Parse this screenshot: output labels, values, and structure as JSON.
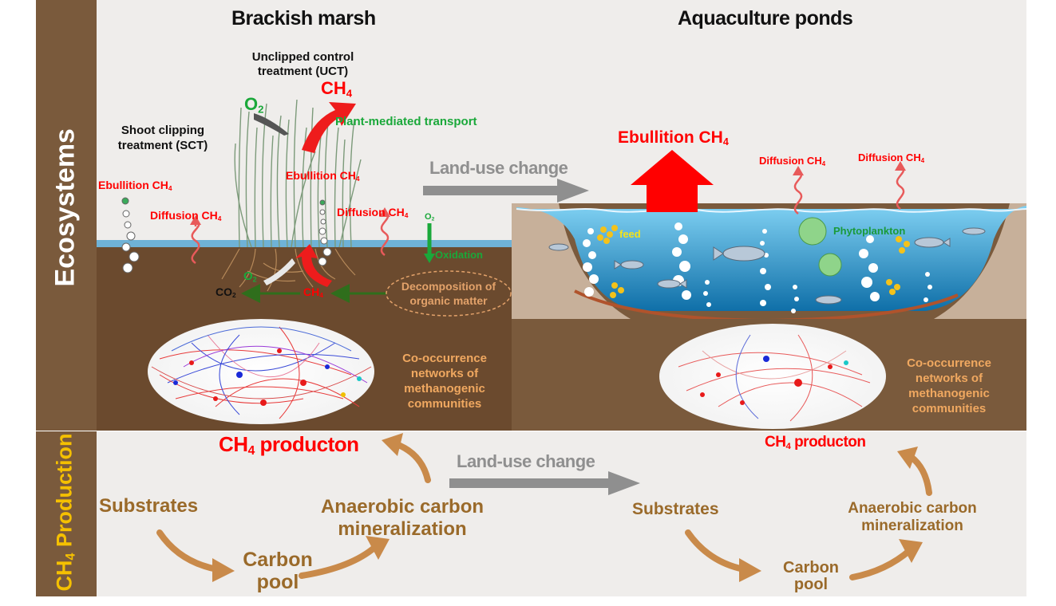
{
  "panels": {
    "ecosystems": "Ecosystems",
    "ch4_production_prefix": "CH",
    "ch4_production_sub": "4",
    "ch4_production_suffix": " Production"
  },
  "marsh": {
    "title": "Brackish marsh",
    "uct_label": "Unclipped control treatment (UCT)",
    "sct_label": "Shoot clipping treatment (SCT)",
    "ch4_main": "CH",
    "ch4_sub": "4",
    "o2_main": "O",
    "o2_sub": "2",
    "plant_transport": "Plant-mediated transport",
    "ebullition_left": "Ebullition CH",
    "ebullition_mid": "Ebullition CH",
    "diffusion_left": "Diffusion CH",
    "diffusion_right": "Diffusion CH",
    "sub4": "4",
    "oxidation_o2": "O",
    "oxidation_sub": "2",
    "oxidation": "Oxidation",
    "soil_o2": "O",
    "soil_o2_sub": "2",
    "co2": "CO",
    "co2_sub": "2",
    "soil_ch4": "CH",
    "soil_ch4_sub": "4",
    "decomposition": "Decomposition of organic matter",
    "network_label": "Co-occurrence networks of methanogenic communities"
  },
  "pond": {
    "title": "Aquaculture ponds",
    "ebullition": "Ebullition CH",
    "diffusion_a": "Diffusion CH",
    "diffusion_b": "Diffusion CH",
    "sub4": "4",
    "feed": "feed",
    "phytoplankton": "Phytoplankton",
    "network_label": "Co-occurrence networks of methanogenic communities"
  },
  "land_use_top": "Land-use change",
  "land_use_bottom": "Land-use change",
  "production": {
    "left": {
      "ch4": "CH",
      "ch4_sub": "4",
      "ch4_suffix": " producton",
      "substrates": "Substrates",
      "carbon_pool": "Carbon pool",
      "mineralization": "Anaerobic carbon mineralization"
    },
    "right": {
      "ch4": "CH",
      "ch4_sub": "4",
      "ch4_suffix": " producton",
      "substrates": "Substrates",
      "carbon_pool": "Carbon pool",
      "mineralization": "Anaerobic carbon mineralization"
    }
  },
  "colors": {
    "red": "#ff0000",
    "green": "#1aa83a",
    "brown_text": "#9a6a2a",
    "soil": "#6b4a2e",
    "water": "#2aa0d8",
    "sidebar": "#7a5a3c",
    "panel_bg": "#efedeb"
  }
}
